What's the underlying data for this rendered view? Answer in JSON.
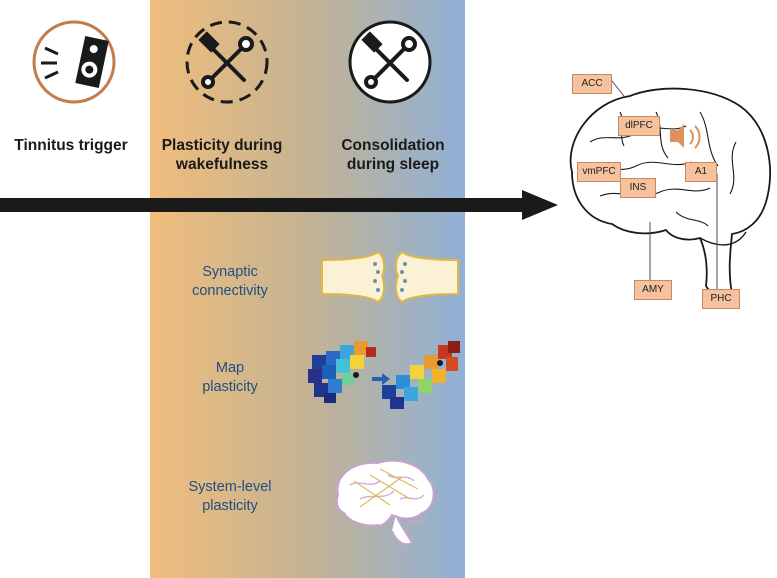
{
  "stages": {
    "trigger": "Tinnitus trigger",
    "wake": "Plasticity during wakefulness",
    "sleep": "Consolidation during sleep"
  },
  "levels": {
    "synaptic": "Synaptic connectivity",
    "map": "Map plasticity",
    "system": "System-level plasticity"
  },
  "brain_regions": {
    "acc": "ACC",
    "dlpfc": "dlPFC",
    "vmpfc": "vmPFC",
    "ins": "INS",
    "a1": "A1",
    "amy": "AMY",
    "phc": "PHC"
  },
  "colors": {
    "trigger_ring": "#c47c4c",
    "band_left": "#f0bd7c",
    "band_right": "#8fb0d6",
    "label_text": "#1e4e86",
    "region_tag": "#f6c19d",
    "speaker_accent": "#e0905a"
  },
  "icons": {
    "trigger": "speaker-icon",
    "wake": "tools-icon",
    "sleep": "tools-icon"
  }
}
